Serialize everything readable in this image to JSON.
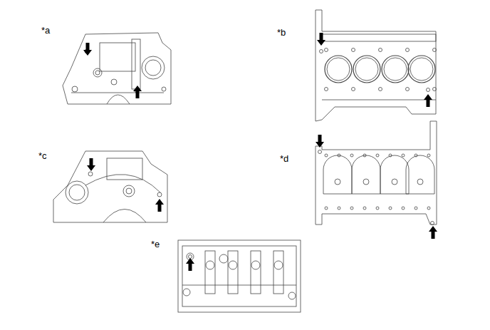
{
  "diagram": {
    "labels": [
      "*a",
      "*b",
      "*c",
      "*d",
      "*e"
    ]
  }
}
